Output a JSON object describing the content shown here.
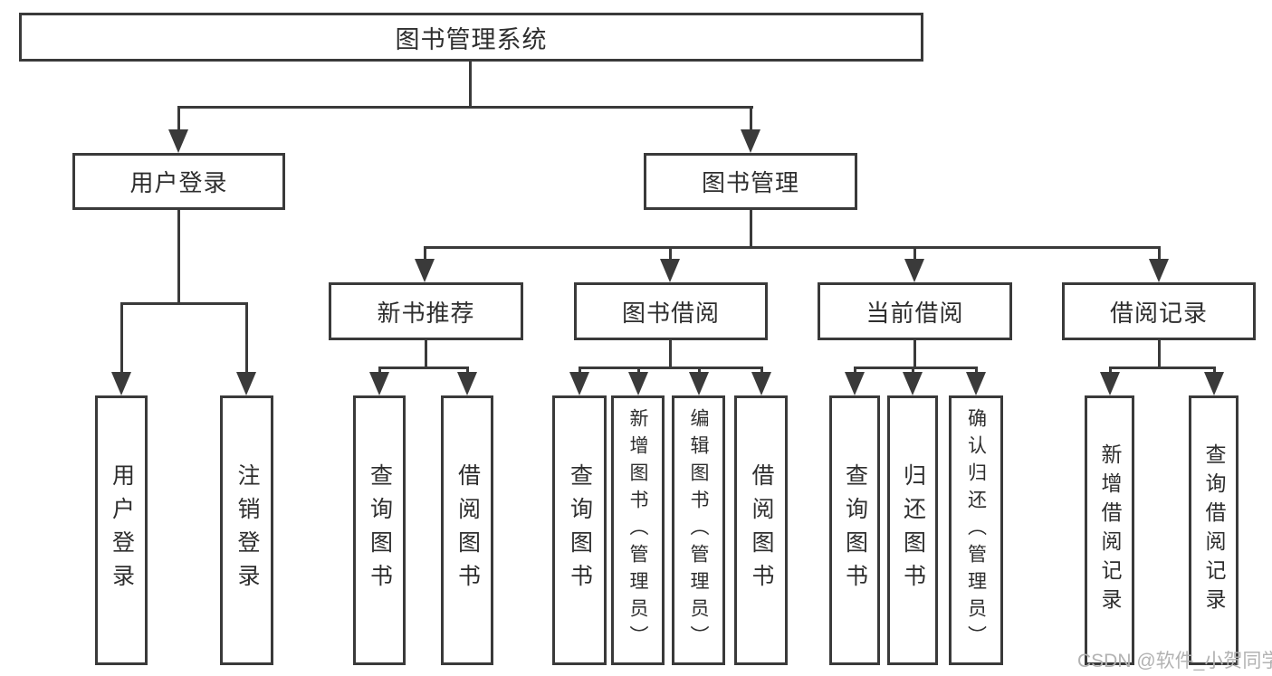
{
  "diagram": {
    "root": {
      "label": "图书管理系统"
    },
    "branches": [
      {
        "label": "用户登录",
        "children": [
          {
            "label": "用户登录"
          },
          {
            "label": "注销登录"
          }
        ]
      },
      {
        "label": "图书管理",
        "children": [
          {
            "label": "新书推荐",
            "children": [
              {
                "label": "查询图书"
              },
              {
                "label": "借阅图书"
              }
            ]
          },
          {
            "label": "图书借阅",
            "children": [
              {
                "label": "查询图书"
              },
              {
                "label": "新增图书（管理员）"
              },
              {
                "label": "编辑图书（管理员）"
              },
              {
                "label": "借阅图书"
              }
            ]
          },
          {
            "label": "当前借阅",
            "children": [
              {
                "label": "查询图书"
              },
              {
                "label": "归还图书"
              },
              {
                "label": "确认归还（管理员）"
              }
            ]
          },
          {
            "label": "借阅记录",
            "children": [
              {
                "label": "新增借阅记录"
              },
              {
                "label": "查询借阅记录"
              }
            ]
          }
        ]
      }
    ]
  },
  "watermark": {
    "text": "CSDN @软件_小贺同学"
  },
  "colors": {
    "line": "#3a3a3a",
    "text": "#2e2e2e",
    "watermark": "#b2b2b2",
    "background": "#ffffff"
  }
}
